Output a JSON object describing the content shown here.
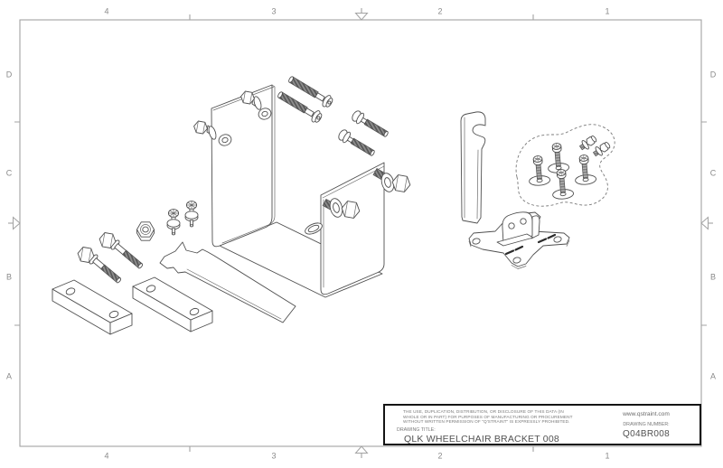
{
  "sheet": {
    "zone_columns": [
      "4",
      "3",
      "2",
      "1"
    ],
    "zone_rows": [
      "D",
      "C",
      "B",
      "A"
    ]
  },
  "title_block": {
    "disclaimer_line1": "THE USE, DUPLICATION, DISTRIBUTION, OR DISCLOSURE OF THIS DATA (IN",
    "disclaimer_line2": "WHOLE OR IN PART) FOR PURPOSES OF MANUFACTURING OR PROCUREMENT",
    "disclaimer_line3": "WITHOUT WRITTEN PERMISSION OF \"Q'STRAINT\" IS EXPRESSLY PROHIBITED.",
    "drawing_title_label": "DRAWING TITLE:",
    "drawing_title": "QLK WHEELCHAIR BRACKET 008",
    "website": "www.qstraint.com",
    "drawing_number_label": "DRAWING NUMBER:",
    "drawing_number": "Q04BR008"
  },
  "colors": {
    "frame_line": "#a3a3a3",
    "zone_label_text": "#8a8a8a",
    "drawing_line": "#4f4f4f",
    "thread_light": "#b0b0b0",
    "thread_dark": "#565656",
    "title_block_border": "#141414",
    "title_text": "#515151",
    "disclaimer_text": "#787878",
    "background": "#ffffff"
  }
}
